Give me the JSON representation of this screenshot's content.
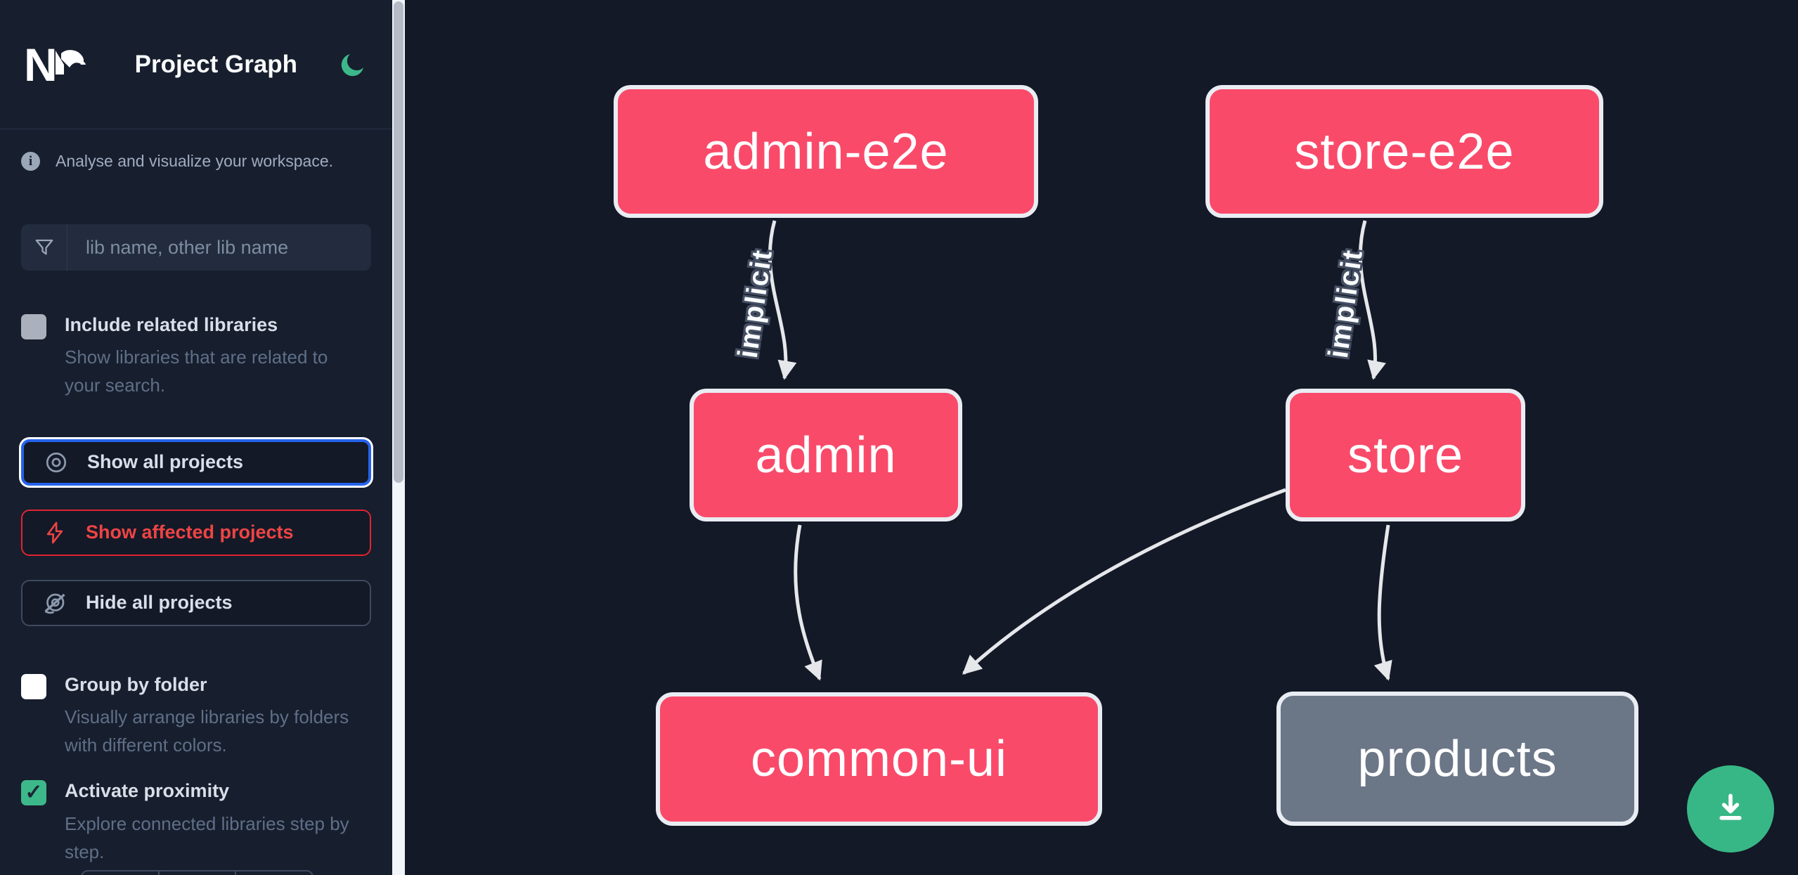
{
  "header": {
    "logo_text": "N",
    "title": "Project Graph"
  },
  "sidebar": {
    "tagline": "Analyse and visualize your workspace.",
    "search": {
      "placeholder": "lib name, other lib name"
    },
    "toggles": [
      {
        "label": "Include related libraries",
        "description": "Show libraries that are related to your search.",
        "checked": false
      },
      {
        "label": "Group by folder",
        "description": "Visually arrange libraries by folders with different colors.",
        "checked": false
      },
      {
        "label": "Activate proximity",
        "description": "Explore connected libraries step by step.",
        "checked": true
      }
    ],
    "buttons": [
      {
        "label": "Show all projects",
        "icon": "eye-icon",
        "state": "focused"
      },
      {
        "label": "Show affected projects",
        "icon": "bolt-icon",
        "state": "danger"
      },
      {
        "label": "Hide all projects",
        "icon": "eye-off-icon",
        "state": "default"
      }
    ]
  },
  "graph": {
    "nodes": [
      {
        "id": "admin-e2e",
        "label": "admin-e2e",
        "type": "affected"
      },
      {
        "id": "store-e2e",
        "label": "store-e2e",
        "type": "affected"
      },
      {
        "id": "admin",
        "label": "admin",
        "type": "affected"
      },
      {
        "id": "store",
        "label": "store",
        "type": "affected"
      },
      {
        "id": "common-ui",
        "label": "common-ui",
        "type": "affected"
      },
      {
        "id": "products",
        "label": "products",
        "type": "unaffected"
      }
    ],
    "edges": [
      {
        "source": "admin-e2e",
        "target": "admin",
        "label": "implicit"
      },
      {
        "source": "store-e2e",
        "target": "store",
        "label": "implicit"
      },
      {
        "source": "admin",
        "target": "common-ui",
        "label": ""
      },
      {
        "source": "store",
        "target": "common-ui",
        "label": ""
      },
      {
        "source": "store",
        "target": "products",
        "label": ""
      }
    ]
  },
  "fab": {
    "icon": "download-icon"
  },
  "icons": {
    "checkmark": "✓",
    "info": "i"
  },
  "colors": {
    "accent_green": "#3db88a",
    "node_affected": "#fa4a6a",
    "node_unaffected": "#6b7687",
    "focus_blue": "#2563eb",
    "danger_red": "#ef4444",
    "edge_gray": "#e5e7eb"
  }
}
